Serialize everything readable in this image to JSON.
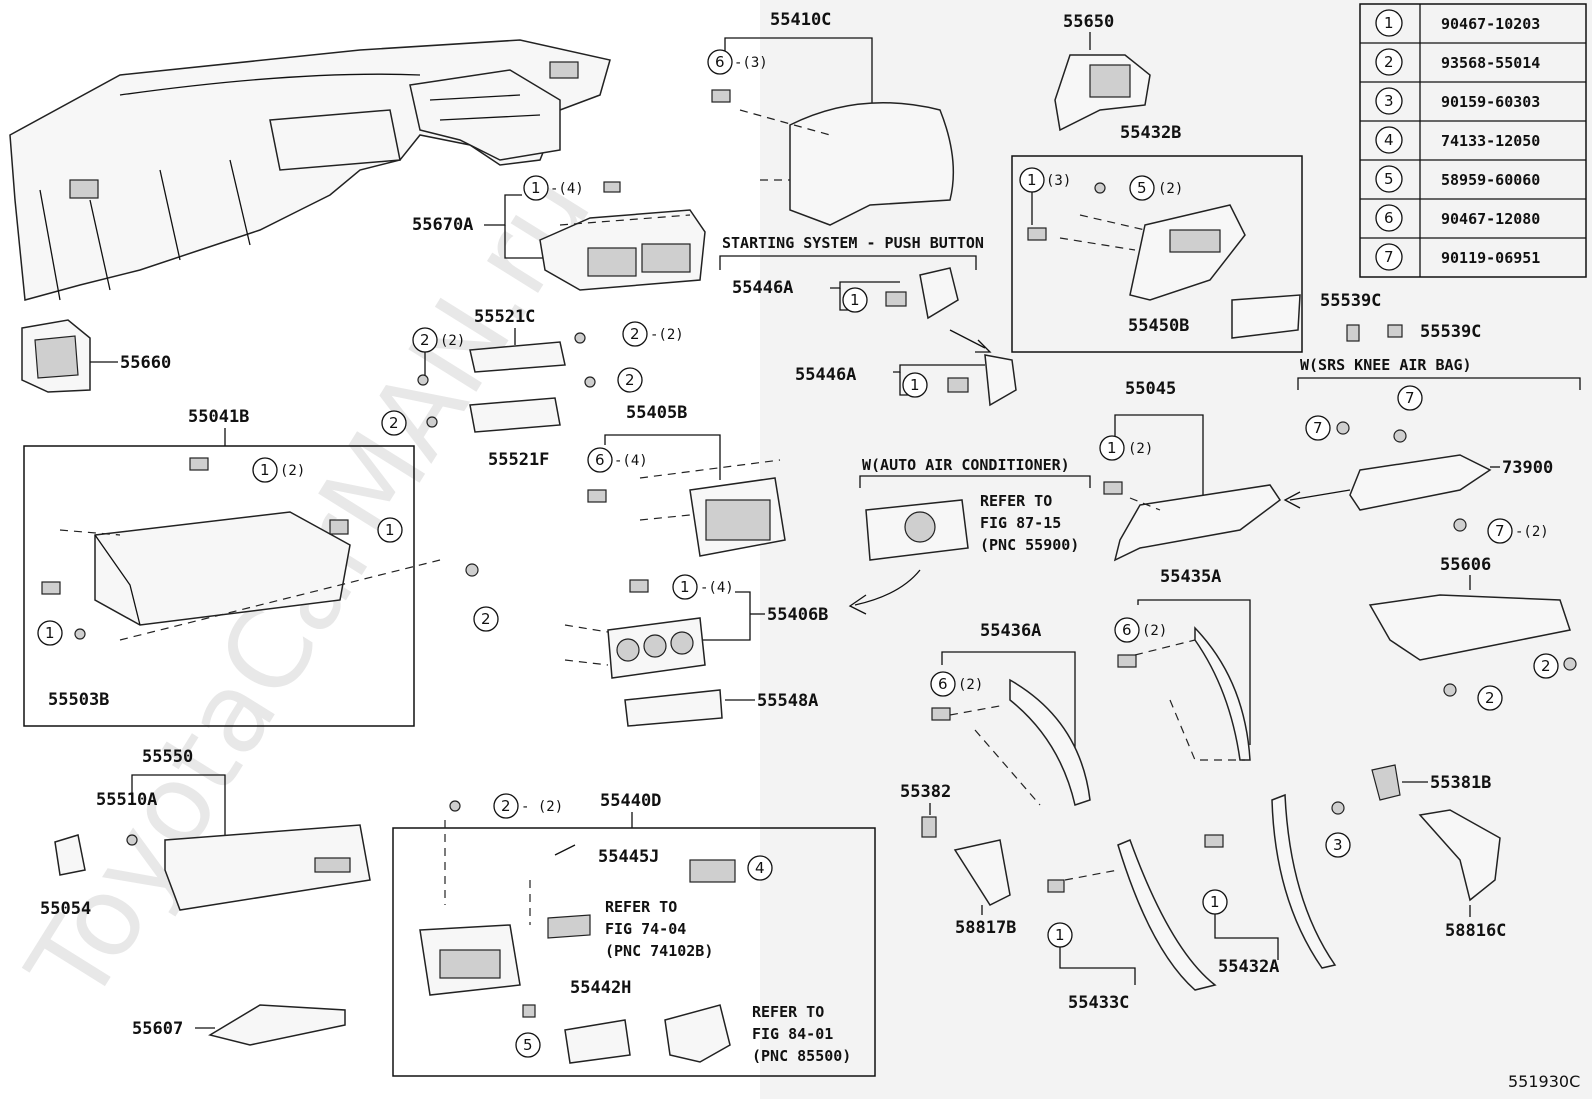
{
  "watermark": "ToyotaCarMAN.ru",
  "figure_code": "551930C",
  "table": [
    {
      "num": "1",
      "part": "90467-10203"
    },
    {
      "num": "2",
      "part": "93568-55014"
    },
    {
      "num": "3",
      "part": "90159-60303"
    },
    {
      "num": "4",
      "part": "74133-12050"
    },
    {
      "num": "5",
      "part": "58959-60060"
    },
    {
      "num": "6",
      "part": "90467-12080"
    },
    {
      "num": "7",
      "part": "90119-06951"
    }
  ],
  "labels": {
    "p55410C": "55410C",
    "p55650": "55650",
    "p55432B": "55432B",
    "p55670A": "55670A",
    "p55660": "55660",
    "p55521C": "55521C",
    "p55521F": "55521F",
    "p55041B": "55041B",
    "p55503B": "55503B",
    "p55405B": "55405B",
    "p55406B": "55406B",
    "p55548A": "55548A",
    "p55446A_1": "55446A",
    "p55446A_2": "55446A",
    "p55450B": "55450B",
    "p55539C_1": "55539C",
    "p55539C_2": "55539C",
    "p55045": "55045",
    "p73900": "73900",
    "p55606": "55606",
    "p55435A": "55435A",
    "p55436A": "55436A",
    "p55550": "55550",
    "p55510A": "55510A",
    "p55054": "55054",
    "p55607": "55607",
    "p55440D": "55440D",
    "p55445J": "55445J",
    "p55442H": "55442H",
    "p55382": "55382",
    "p58817B": "58817B",
    "p55433C": "55433C",
    "p55432A": "55432A",
    "p55381B": "55381B",
    "p58816C": "58816C"
  },
  "notes": {
    "starting_system": "STARTING SYSTEM - PUSH BUTTON",
    "auto_ac": "W(AUTO AIR CONDITIONER)",
    "srs_knee": "W(SRS KNEE AIR BAG)",
    "ref_87": [
      "REFER TO",
      "FIG 87-15",
      "(PNC 55900)"
    ],
    "ref_74": [
      "REFER TO",
      "FIG 74-04",
      "(PNC 74102B)"
    ],
    "ref_84": [
      "REFER TO",
      "FIG 84-01",
      "(PNC 85500)"
    ]
  },
  "callouts": {
    "c6_3": "-(3)",
    "c1_4a": "-(4)",
    "c2_2a": "(2)",
    "c2_2b": "-(2)",
    "c1_2a": "(2)",
    "c6_4": "-(4)",
    "c1_4b": "-(4)",
    "c1_3": "(3)",
    "c5_2": "(2)",
    "c1_2b": "(2)",
    "c7_2": "-(2)",
    "c6_2a": "(2)",
    "c6_2b": "(2)",
    "c2_2c": "- (2)"
  }
}
